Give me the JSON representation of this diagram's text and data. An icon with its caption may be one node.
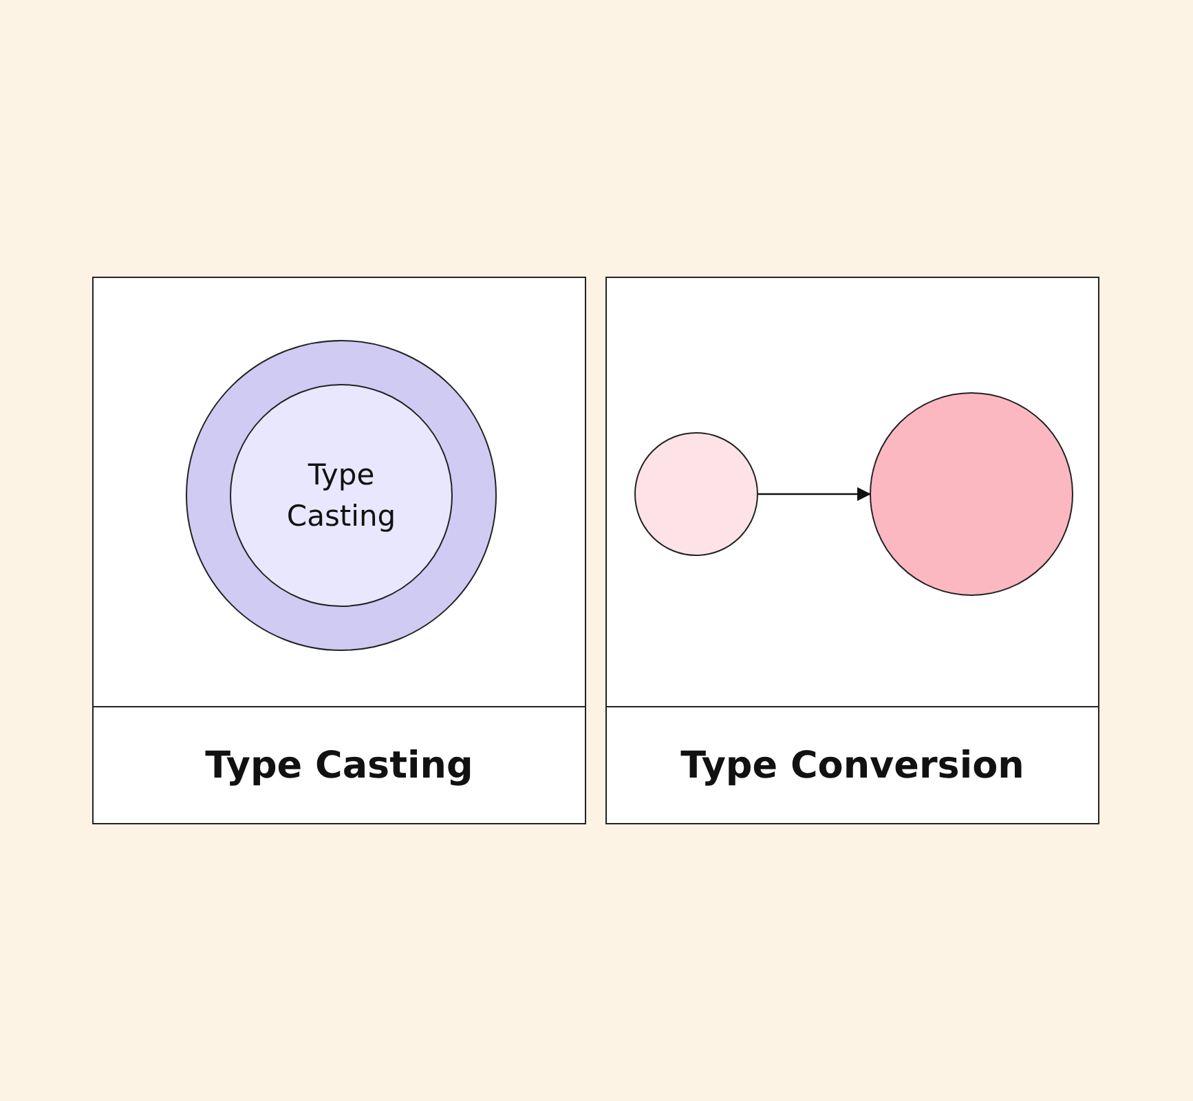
{
  "diagram": {
    "nodes": [
      {
        "text": [
          "Type Casting"
        ]
      },
      {
        "text": [],
        "shape": "circle",
        "in": 0
      },
      {
        "text": [
          "Type Casting"
        ],
        "in": 1
      },
      {
        "text": [
          "Type Conversion"
        ]
      },
      {
        "text": [],
        "shape": "circle",
        "in": 3
      },
      {
        "text": [],
        "shape": "circle",
        "in": 3
      }
    ],
    "edges": [
      {
        "from": 4,
        "to": 5,
        "arrow": "to"
      }
    ]
  }
}
